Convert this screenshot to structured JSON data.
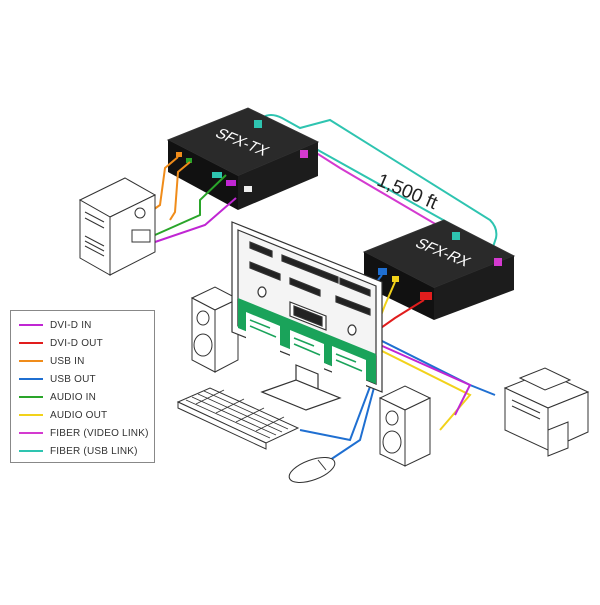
{
  "devices": {
    "transmitter_label": "SFX-TX",
    "receiver_label": "SFX-RX"
  },
  "distance_label": "1,500 ft",
  "legend": [
    {
      "label": "DVI-D IN",
      "color": "#c026d3"
    },
    {
      "label": "DVI-D OUT",
      "color": "#e11d1d"
    },
    {
      "label": "USB IN",
      "color": "#f08c1a"
    },
    {
      "label": "USB OUT",
      "color": "#1f6fd1"
    },
    {
      "label": "AUDIO IN",
      "color": "#2aa52a"
    },
    {
      "label": "AUDIO OUT",
      "color": "#f2d21a"
    },
    {
      "label": "FIBER (VIDEO LINK)",
      "color": "#d43ad0"
    },
    {
      "label": "FIBER (USB LINK)",
      "color": "#2ec4b0"
    }
  ],
  "colors": {
    "device_body": "#1c1c1c",
    "monitor_green": "#1aa35a",
    "outline": "#333333"
  }
}
